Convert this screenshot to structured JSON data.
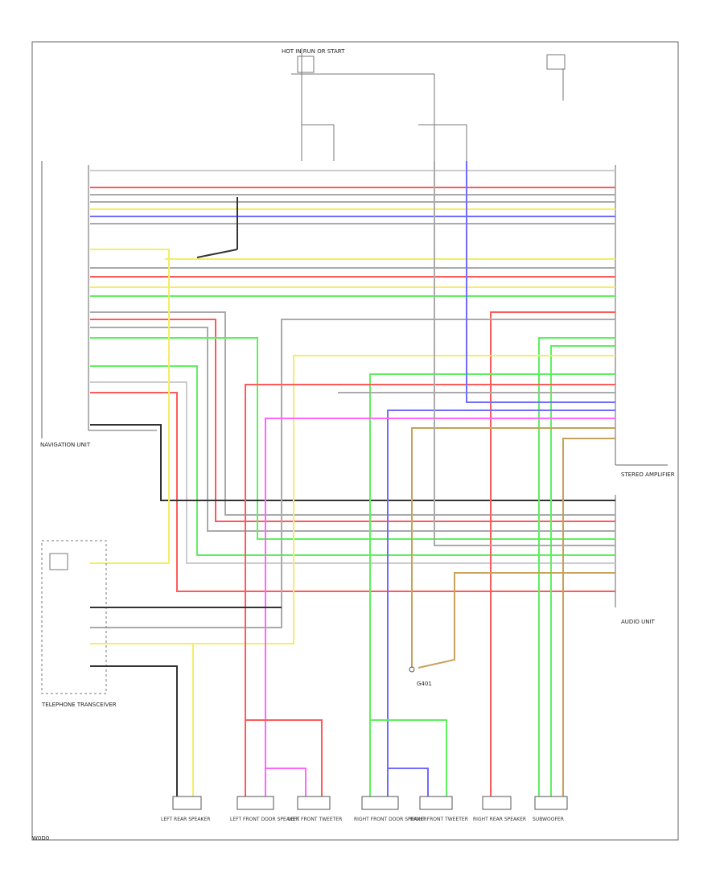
{
  "diagram": {
    "top_fuse_label": "HOT IN RUN OR START",
    "left_module_label": "NAVIGATION UNIT",
    "right_module_label": "STEREO AMPLIFIER",
    "right_lower_module_label": "AUDIO UNIT",
    "telephone_unit_label": "TELEPHONE TRANSCEIVER",
    "ground_label": "G401",
    "corner_code": "W0D0",
    "speakers": [
      {
        "id": "left-rear",
        "label": "LEFT REAR SPEAKER"
      },
      {
        "id": "left-front-door",
        "label": "LEFT FRONT DOOR SPEAKER"
      },
      {
        "id": "left-front-tweeter",
        "label": "LEFT FRONT TWEETER"
      },
      {
        "id": "right-front-door",
        "label": "RIGHT FRONT DOOR SPEAKER"
      },
      {
        "id": "right-front-tweeter",
        "label": "RIGHT FRONT TWEETER"
      },
      {
        "id": "right-rear",
        "label": "RIGHT REAR SPEAKER"
      },
      {
        "id": "subwoofer",
        "label": "SUBWOOFER"
      }
    ]
  },
  "colors": {
    "red": "#ff5a5a",
    "yellow": "#f2ee66",
    "green": "#5ef05e",
    "blue": "#6f6cff",
    "pink": "#ff66ff",
    "black": "#333333",
    "gray": "#aaaaaa",
    "brown": "#c8a25a",
    "frame": "#666666"
  }
}
